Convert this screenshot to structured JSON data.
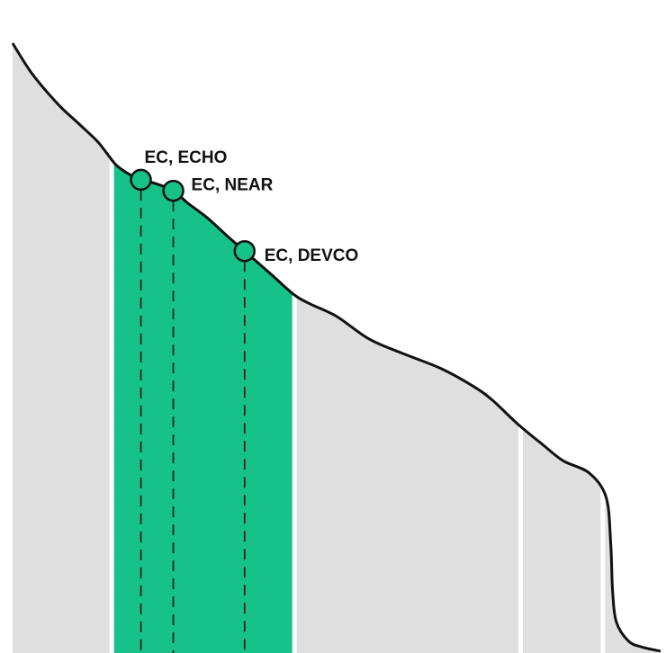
{
  "chart_data": {
    "type": "area",
    "title": "",
    "xlabel": "",
    "ylabel": "",
    "grid": false,
    "xlim": [
      0,
      100
    ],
    "ylim": [
      0,
      100
    ],
    "colors": {
      "area": "#dfdfdf",
      "highlight": "#16c28a",
      "line": "#111111",
      "separator": "#ffffff"
    },
    "curve": [
      {
        "x": 0,
        "y": 100
      },
      {
        "x": 3,
        "y": 95
      },
      {
        "x": 7,
        "y": 90
      },
      {
        "x": 10,
        "y": 87
      },
      {
        "x": 13,
        "y": 84
      },
      {
        "x": 14.5,
        "y": 82
      },
      {
        "x": 16,
        "y": 80
      },
      {
        "x": 18,
        "y": 78.5
      },
      {
        "x": 19.8,
        "y": 77.6
      },
      {
        "x": 22,
        "y": 77
      },
      {
        "x": 24.8,
        "y": 75.8
      },
      {
        "x": 27,
        "y": 73.8
      },
      {
        "x": 30,
        "y": 71.4
      },
      {
        "x": 33,
        "y": 68.5
      },
      {
        "x": 35.8,
        "y": 65.9
      },
      {
        "x": 40,
        "y": 62
      },
      {
        "x": 43.5,
        "y": 58.7
      },
      {
        "x": 46,
        "y": 57.2
      },
      {
        "x": 50,
        "y": 55.2
      },
      {
        "x": 55,
        "y": 51.5
      },
      {
        "x": 60,
        "y": 49.2
      },
      {
        "x": 66,
        "y": 46.7
      },
      {
        "x": 71,
        "y": 43.8
      },
      {
        "x": 74,
        "y": 41.5
      },
      {
        "x": 78,
        "y": 37.5
      },
      {
        "x": 82,
        "y": 34
      },
      {
        "x": 85,
        "y": 31.5
      },
      {
        "x": 89,
        "y": 29.5
      },
      {
        "x": 91.6,
        "y": 25.5
      },
      {
        "x": 92.3,
        "y": 18
      },
      {
        "x": 92.6,
        "y": 10
      },
      {
        "x": 93.2,
        "y": 5
      },
      {
        "x": 95,
        "y": 2
      },
      {
        "x": 97,
        "y": 1
      },
      {
        "x": 100,
        "y": 0.3
      }
    ],
    "bands": [
      0,
      15.3,
      43.5,
      78.4,
      91.1,
      100
    ],
    "highlight_band": [
      15.3,
      43.5
    ],
    "points": [
      {
        "label": "EC, ECHO",
        "x": 19.8,
        "y": 77.6
      },
      {
        "label": "EC, NEAR",
        "x": 24.8,
        "y": 75.8
      },
      {
        "label": "EC, DEVCO",
        "x": 35.8,
        "y": 65.9
      }
    ]
  }
}
